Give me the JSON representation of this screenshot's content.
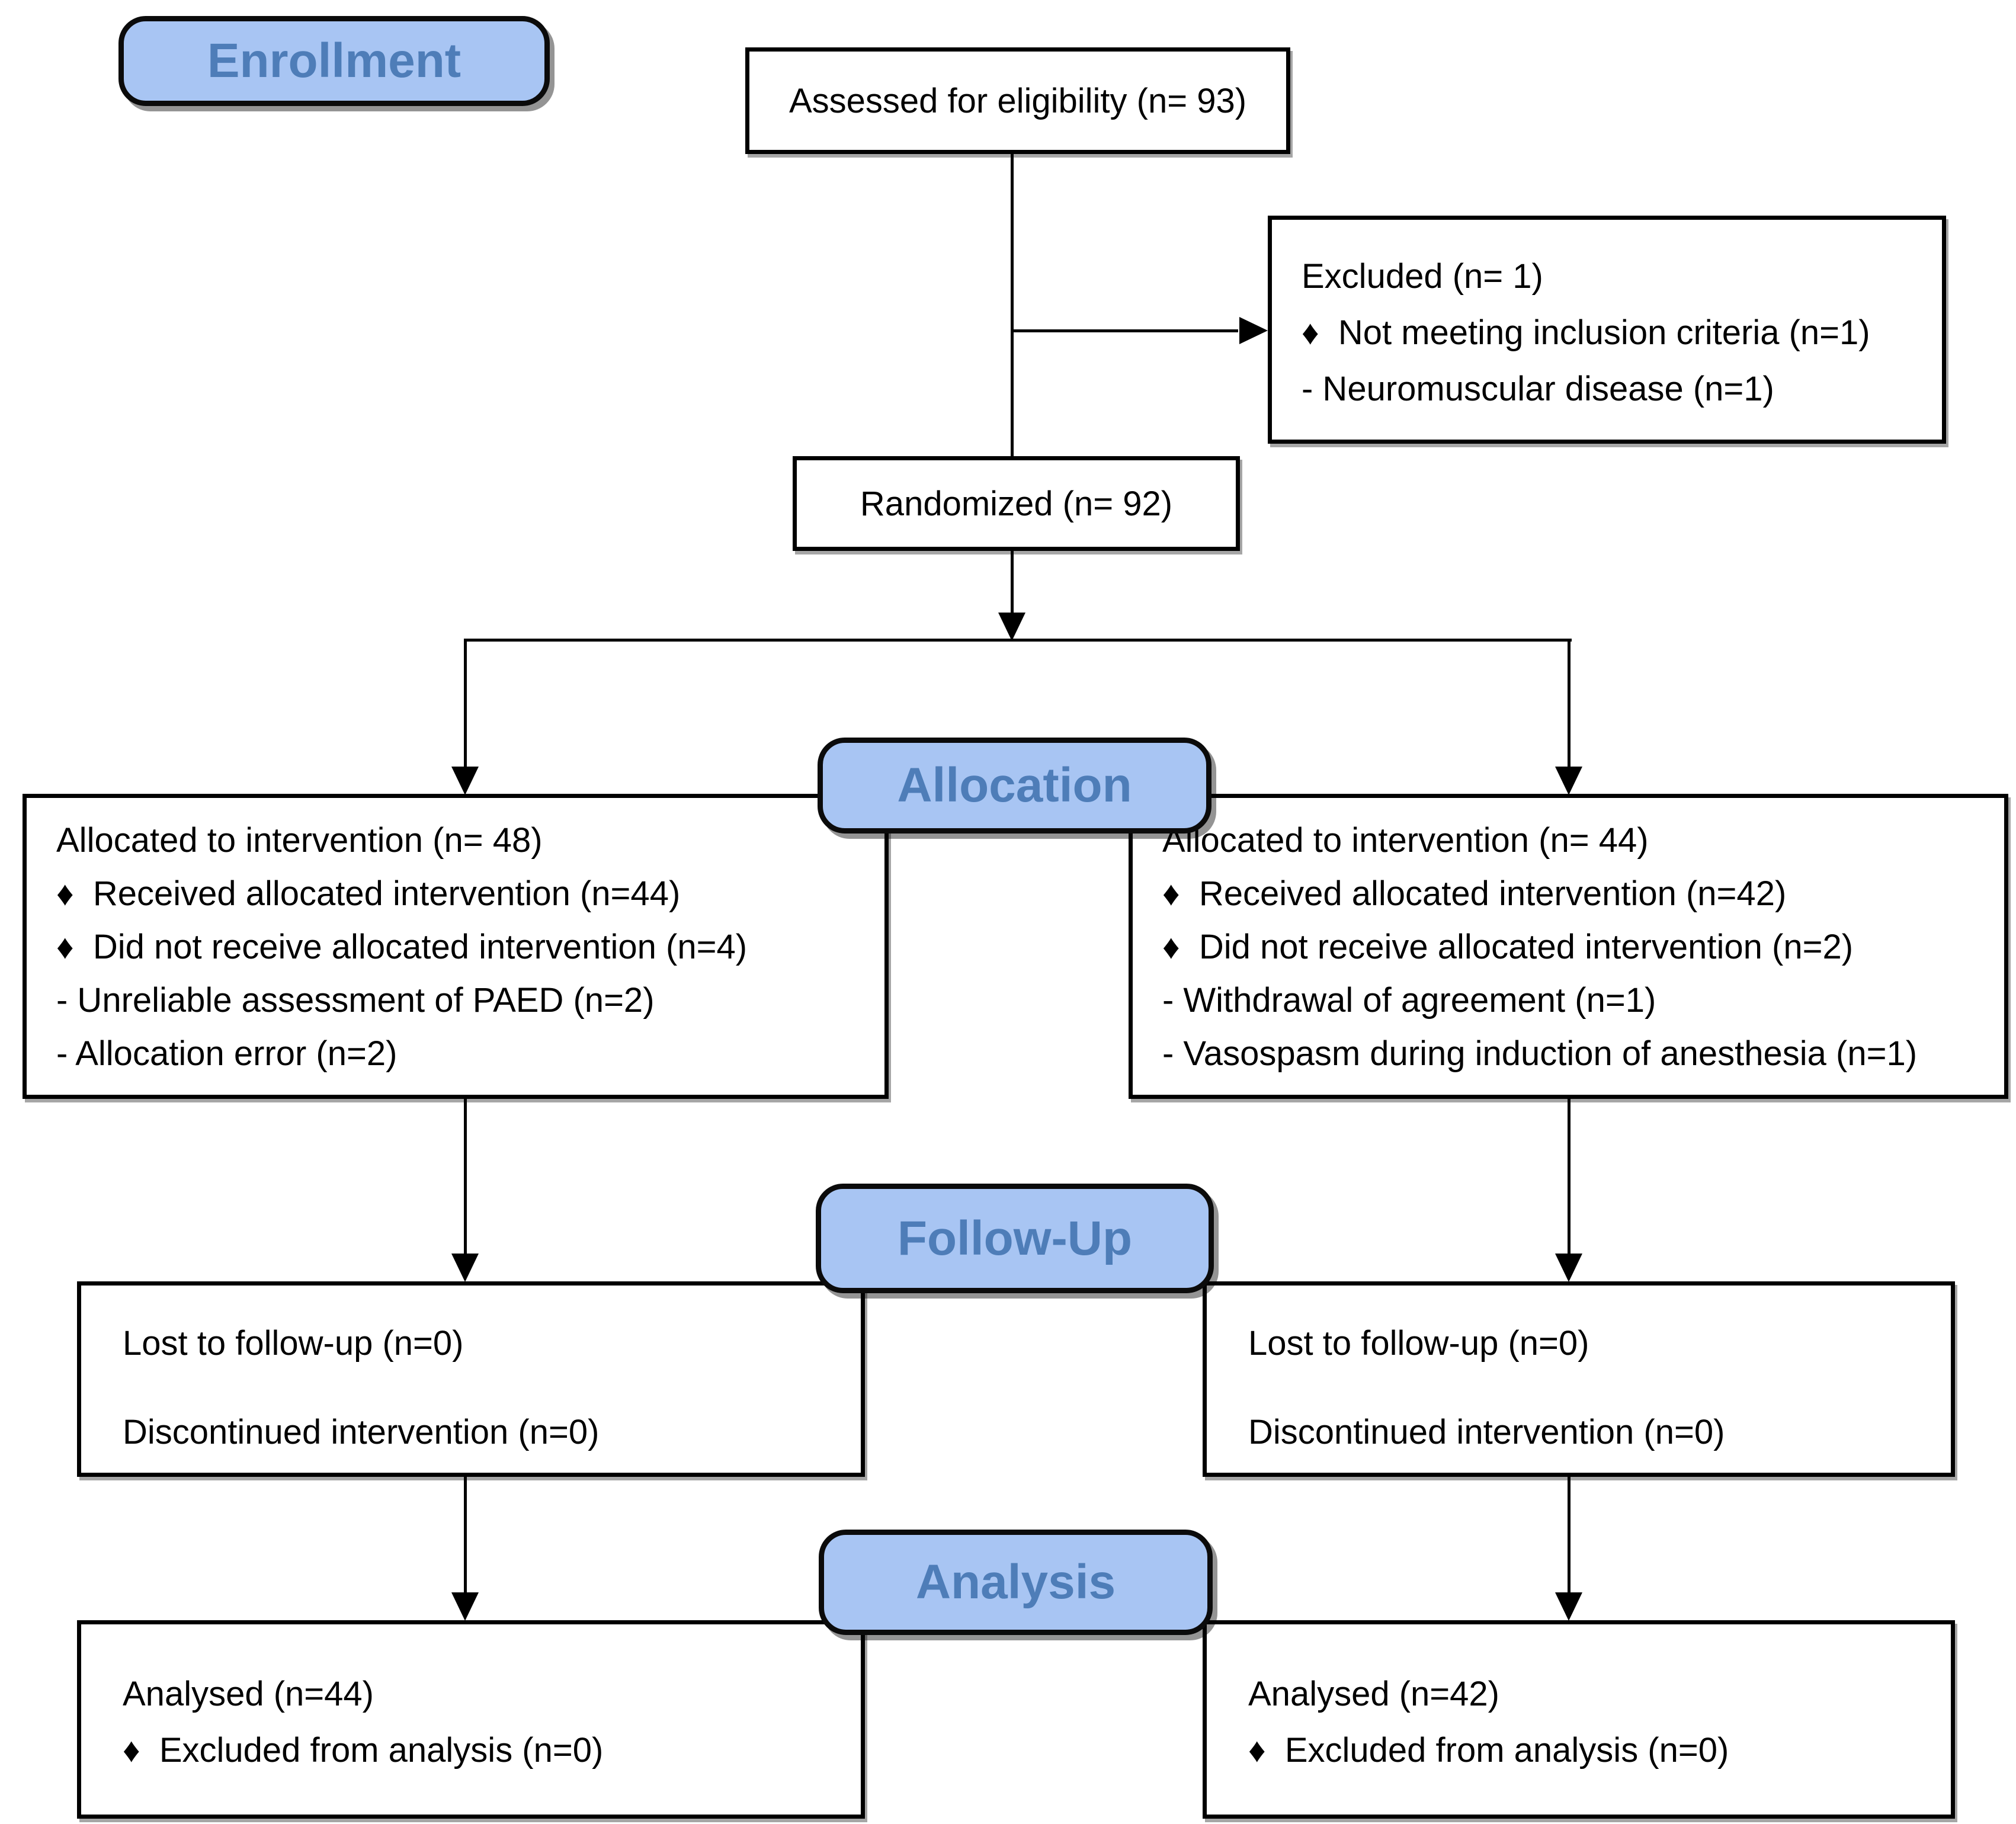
{
  "figure": {
    "type": "consort-flow-diagram",
    "sections": {
      "enrollment": "Enrollment",
      "allocation": "Allocation",
      "followup": "Follow-Up",
      "analysis": "Analysis"
    },
    "boxes": {
      "assessed": {
        "text": "Assessed for eligibility (n= 93)"
      },
      "excluded": {
        "lines": [
          "Excluded (n= 1)",
          "♦  Not meeting inclusion criteria (n=1)",
          "- Neuromuscular disease (n=1)"
        ]
      },
      "randomized": {
        "text": "Randomized (n= 92)"
      },
      "allocation_left": {
        "lines": [
          "Allocated to intervention (n= 48)",
          "♦  Received allocated intervention (n=44)",
          "♦  Did not receive allocated intervention (n=4)",
          "- Unreliable assessment of PAED (n=2)",
          "- Allocation error (n=2)"
        ]
      },
      "allocation_right": {
        "lines": [
          "Allocated to intervention (n= 44)",
          "♦  Received allocated intervention (n=42)",
          "♦  Did not receive allocated intervention (n=2)",
          "- Withdrawal of agreement (n=1)",
          "- Vasospasm during induction of anesthesia (n=1)"
        ]
      },
      "followup_left": {
        "lines": [
          "Lost to follow-up (n=0)",
          "Discontinued intervention (n=0)"
        ]
      },
      "followup_right": {
        "lines": [
          "Lost to follow-up (n=0)",
          "Discontinued intervention (n=0)"
        ]
      },
      "analysis_left": {
        "lines": [
          "Analysed (n=44)",
          "♦  Excluded from analysis (n=0)"
        ]
      },
      "analysis_right": {
        "lines": [
          "Analysed (n=42)",
          "♦  Excluded from analysis (n=0)"
        ]
      }
    },
    "colors": {
      "section_fill": "#A8C5F3",
      "section_text": "#4E7DB8",
      "box_border": "#000000",
      "connector": "#000000",
      "background": "#FFFFFF"
    }
  }
}
